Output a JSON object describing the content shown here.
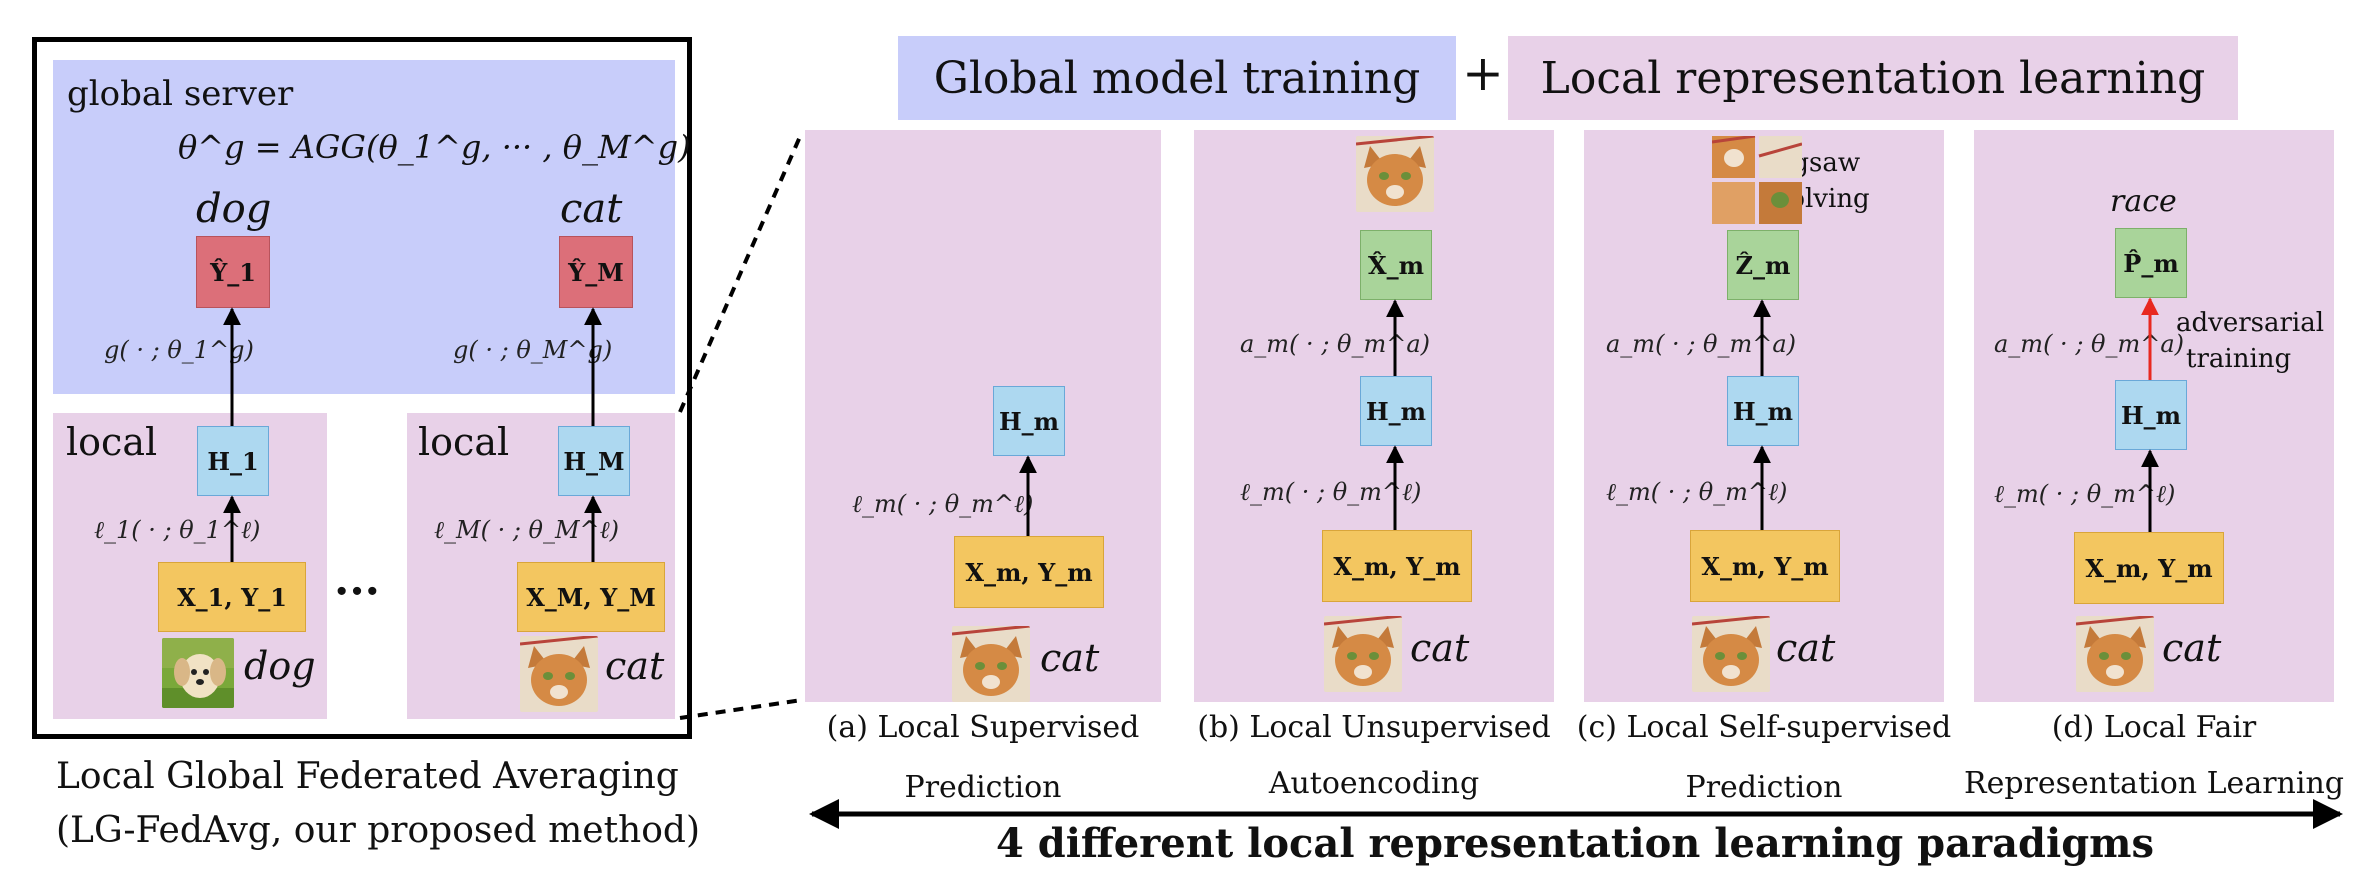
{
  "header": {
    "global_label": "Global model training",
    "plus": "+",
    "local_label": "Local representation learning",
    "global_color": "#c8cdfa",
    "local_color": "#e8d1e8"
  },
  "left": {
    "server_title": "global server",
    "aggregation_formula": "θ^g = AGG(θ_1^g, ··· , θ_M^g)",
    "label_left": "dog",
    "label_right": "cat",
    "out_left": "Ŷ_1",
    "out_right": "Ŷ_M",
    "g_left": "g( · ; θ_1^g)",
    "g_right": "g( · ; θ_M^g)",
    "local_left_title": "local",
    "local_right_title": "local",
    "h_left": "H_1",
    "h_right": "H_M",
    "l_left": "ℓ_1( · ; θ_1^ℓ)",
    "l_right": "ℓ_M( · ; θ_M^ℓ)",
    "in_left": "X_1, Y_1",
    "in_right": "X_M, Y_M",
    "ellipsis": "···",
    "img_left_label": "dog",
    "img_right_label": "cat",
    "caption_line1": "Local Global Federated Averaging",
    "caption_line2": "(LG-FedAvg, our proposed method)"
  },
  "panels": [
    {
      "id": "a",
      "h": "H_m",
      "l": "ℓ_m( · ; θ_m^ℓ)",
      "input": "X_m, Y_m",
      "img_label": "cat",
      "caption_line1": "(a) Local Supervised",
      "caption_line2": "Prediction"
    },
    {
      "id": "b",
      "h": "H_m",
      "l": "ℓ_m( · ; θ_m^ℓ)",
      "a": "a_m( · ; θ_m^a)",
      "out": "X̂_m",
      "input": "X_m, Y_m",
      "img_label": "cat",
      "caption_line1": "(b) Local Unsupervised",
      "caption_line2": "Autoencoding"
    },
    {
      "id": "c",
      "h": "H_m",
      "l": "ℓ_m( · ; θ_m^ℓ)",
      "a": "a_m( · ; θ_m^a)",
      "out": "Ẑ_m",
      "task_label_1": "jigsaw",
      "task_label_2": "solving",
      "input": "X_m, Y_m",
      "img_label": "cat",
      "caption_line1": "(c) Local Self-supervised",
      "caption_line2": "Prediction"
    },
    {
      "id": "d",
      "h": "H_m",
      "l": "ℓ_m( · ; θ_m^ℓ)",
      "a": "a_m( · ; θ_m^a)",
      "out": "P̂_m",
      "out_label": "race",
      "task_label_1": "adversarial",
      "task_label_2": "training",
      "input": "X_m, Y_m",
      "img_label": "cat",
      "caption_line1": "(d) Local Fair",
      "caption_line2": "Representation Learning"
    }
  ],
  "footer": {
    "paradigms": "4 different local representation learning paradigms"
  }
}
